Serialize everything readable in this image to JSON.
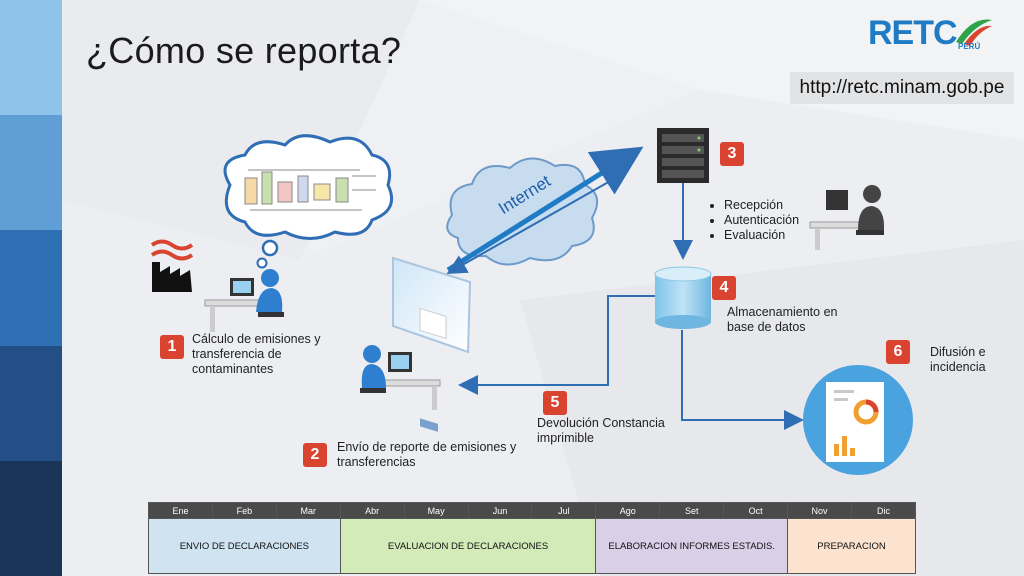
{
  "title": "¿Cómo se reporta?",
  "url": "http://retc.minam.gob.pe",
  "logo": {
    "text": "RETC",
    "country": "PERÚ"
  },
  "internet_label": "Internet",
  "steps": [
    {
      "number": "1",
      "text": "Cálculo de emisiones y transferencia de contaminantes"
    },
    {
      "number": "2",
      "text": "Envío de reporte de emisiones y transferencias"
    },
    {
      "number": "3",
      "items": [
        "Recepción",
        "Autenticación",
        "Evaluación"
      ]
    },
    {
      "number": "4",
      "text": "Almacenamiento en base de datos"
    },
    {
      "number": "5",
      "text": "Devolución Constancia imprimible"
    },
    {
      "number": "6",
      "text": "Difusión e incidencia"
    }
  ],
  "timeline": {
    "months": [
      "Ene",
      "Feb",
      "Mar",
      "Abr",
      "May",
      "Jun",
      "Jul",
      "Ago",
      "Set",
      "Oct",
      "Nov",
      "Dic"
    ],
    "phases": [
      {
        "label": "ENVIO DE DECLARACIONES",
        "span": 3,
        "color": "#cfe3f1"
      },
      {
        "label": "EVALUACION DE DECLARACIONES",
        "span": 4,
        "color": "#d3ebb8"
      },
      {
        "label": "ELABORACION INFORMES ESTADIS.",
        "span": 3,
        "color": "#d9cfe7"
      },
      {
        "label": "PREPARACION",
        "span": 2,
        "color": "#fce3cf"
      }
    ]
  },
  "colors": {
    "badge": "#d9432f",
    "arrow": "#2f6db5",
    "accent_arrow": "#1f7bc4"
  }
}
